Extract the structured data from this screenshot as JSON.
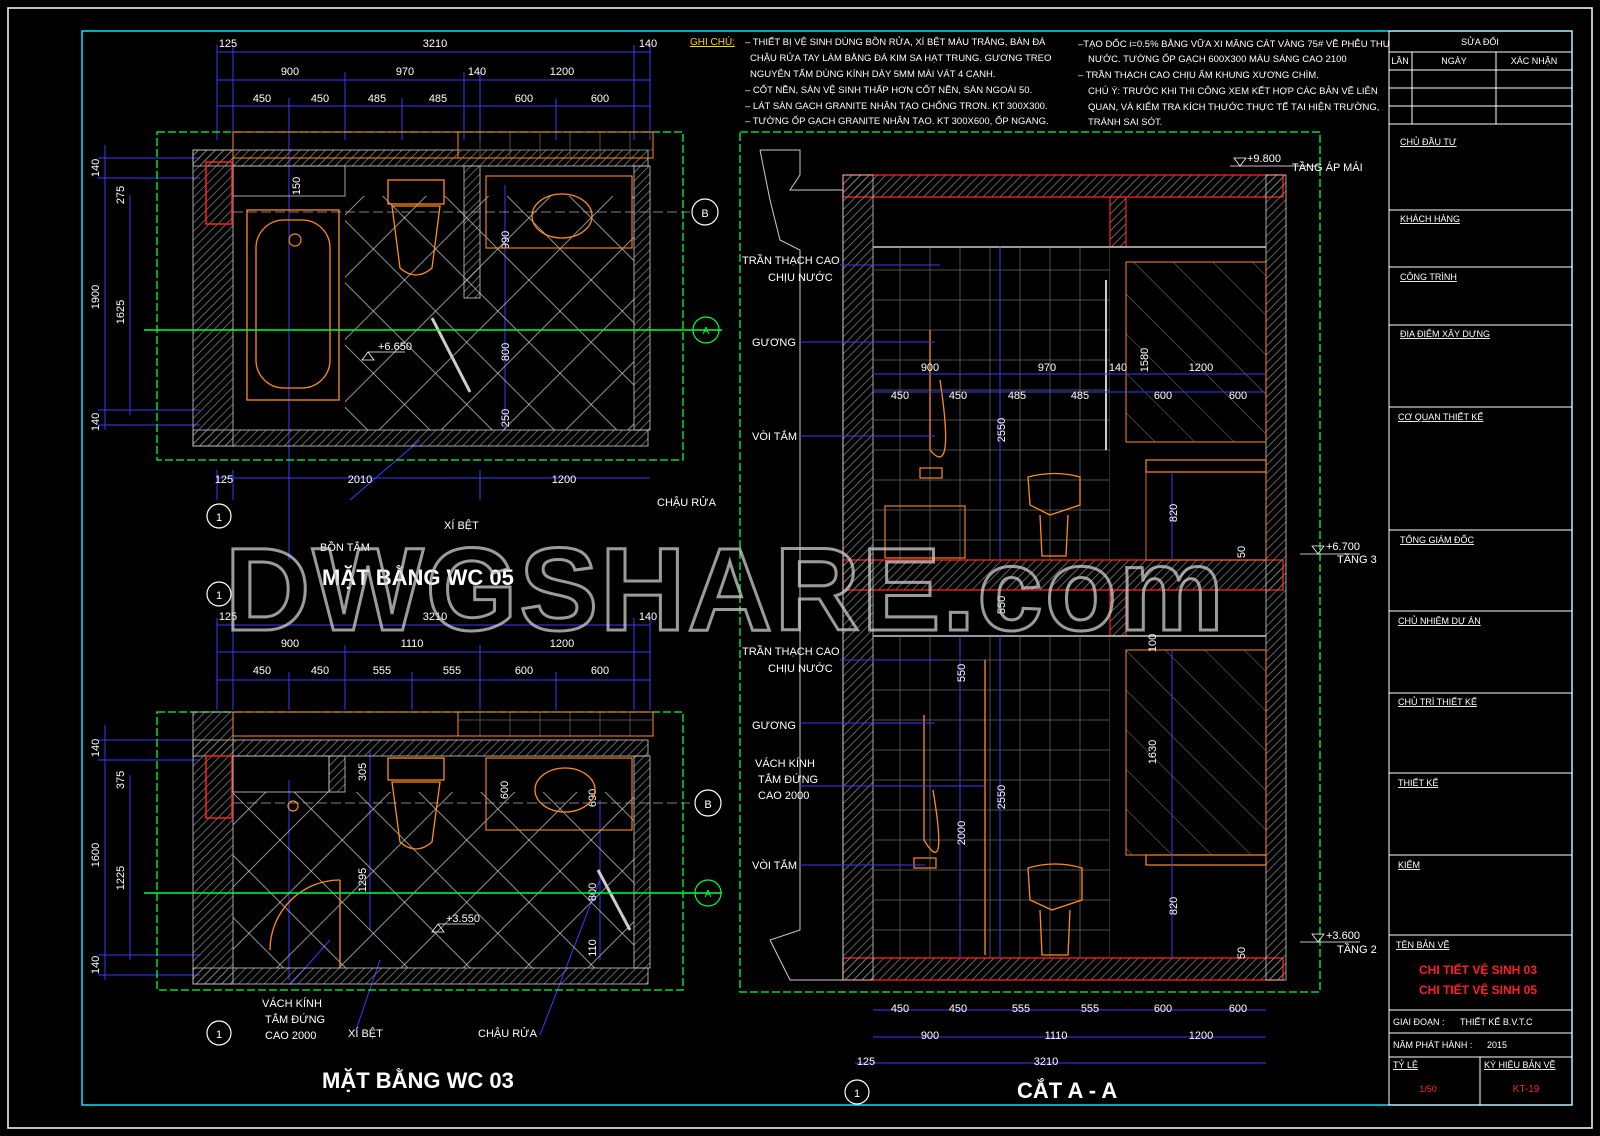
{
  "watermark": "DWGSHARE.com",
  "colors": {
    "frame": "#ffffff",
    "cyan": "#00e5ff",
    "green": "#00ff33",
    "red": "#ff2020",
    "orange": "#ff8c1a",
    "blue": "#3a3aff",
    "hatch": "#888888",
    "title_red": "#ff2020"
  },
  "plan05": {
    "title": "MẶT BẰNG WC 05",
    "dims_top": [
      "125",
      "3210",
      "140"
    ],
    "dims_mid": [
      "900",
      "970",
      "140",
      "1200"
    ],
    "dims_low": [
      "450",
      "450",
      "485",
      "485",
      "600",
      "600"
    ],
    "dims_left": [
      "140",
      "275",
      "1900",
      "1625",
      "140"
    ],
    "dims_inner": [
      "150",
      "990",
      "800",
      "250"
    ],
    "dims_bottom": [
      "125",
      "2010",
      "1200"
    ],
    "level": "+6.650",
    "axis_b": "B",
    "axis_a": "A",
    "axis_1": "1",
    "labels": {
      "basin": "CHẬU RỬA",
      "toilet": "XÍ BỆT",
      "tub": "BỒN TẮM"
    }
  },
  "plan03": {
    "title": "MẶT BẰNG WC 03",
    "dims_top": [
      "125",
      "3210",
      "140"
    ],
    "dims_mid": [
      "900",
      "1110",
      "1200"
    ],
    "dims_low": [
      "450",
      "450",
      "555",
      "555",
      "600",
      "600"
    ],
    "dims_left": [
      "140",
      "375",
      "1600",
      "1225",
      "140"
    ],
    "dims_inner": [
      "305",
      "600",
      "690",
      "1295",
      "800",
      "110"
    ],
    "level": "+3.550",
    "axis_b": "B",
    "axis_a": "A",
    "axis_1": "1",
    "labels": {
      "glass": "VÁCH KÍNH",
      "glass2": "TẮM ĐỨNG",
      "glass3": "CAO 2000",
      "toilet": "XÍ BỆT",
      "basin": "CHẬU RỬA"
    }
  },
  "notes": {
    "heading": "GHI CHÚ:",
    "left": [
      "– THIẾT BỊ VỆ SINH DÙNG BỒN RỬA, XÍ BỆT MÀU TRẮNG, BÀN ĐÁ",
      "CHẬU RỬA TAY LÀM BẰNG ĐÁ KIM SA HẠT TRUNG. GƯƠNG TREO",
      "NGUYÊN TẤM DÙNG KÍNH DÀY 5MM MÀI VÁT 4 CẠNH.",
      "– CỐT NỀN, SÀN VỆ SINH THẤP HƠN CỐT NỀN, SÀN NGOÀI 50.",
      "– LÁT SÀN GẠCH GRANITE NHÂN TẠO CHỐNG TRƠN. KT 300X300.",
      "– TƯỜNG ỐP GẠCH GRANITE NHÂN TẠO. KT 300X600, ỐP NGANG."
    ],
    "right": [
      "–TẠO DỐC i=0.5% BẰNG VỮA XI MĂNG CÁT VÀNG 75# VỀ PHỄU THU",
      "NƯỚC. TƯỜNG ỐP  GẠCH 600X300 MÀU SÁNG CAO 2100",
      "– TRẦN THẠCH CAO CHỊU ẨM KHUNG XƯƠNG CHÌM.",
      "CHÚ Ý: TRƯỚC KHI THI CÔNG XEM KẾT HỢP CÁC BẢN VẼ LIÊN",
      "QUAN, VÀ KIỂM TRA KÍCH THƯỚC THỰC TẾ TẠI HIỆN TRƯỜNG,",
      "TRÁNH SAI SÓT."
    ]
  },
  "section": {
    "title": "CẮT A - A",
    "levels": [
      "+9.800",
      "TẦNG ÁP MÁI",
      "+6.700",
      "TẦNG 3",
      "+3.600",
      "TẦNG 2"
    ],
    "upper_labels": [
      "TRẦN THẠCH CAO",
      "CHỊU NƯỚC",
      "GƯƠNG",
      "VÒI TẮM"
    ],
    "lower_labels": [
      "TRẦN THẠCH CAO",
      "CHỊU NƯỚC",
      "GƯƠNG",
      "VÁCH KÍNH",
      "TẮM ĐỨNG",
      "CAO 2000",
      "VÒI TẮM"
    ],
    "upper_dims_row1": [
      "900",
      "970",
      "140",
      "1200"
    ],
    "upper_dims_row2": [
      "450",
      "450",
      "485",
      "485",
      "600",
      "600"
    ],
    "upper_vert": [
      "2550",
      "1580",
      "820",
      "50"
    ],
    "mid_vert": [
      "550",
      "100"
    ],
    "lower_vert": [
      "550",
      "2000",
      "2550",
      "1630",
      "820",
      "50"
    ],
    "bottom_row1": [
      "450",
      "450",
      "555",
      "555",
      "600",
      "600"
    ],
    "bottom_row2": [
      "900",
      "1110",
      "1200"
    ],
    "bottom_row3": [
      "125",
      "3210"
    ],
    "axis_1": "1"
  },
  "titleblock": {
    "sua_doi": "SỬA ĐỔI",
    "lan": "LẦN",
    "ngay": "NGÀY",
    "xac_nhan": "XÁC NHẬN",
    "fields": [
      "CHỦ ĐẦU TƯ",
      "KHÁCH HÀNG",
      "CÔNG TRÌNH",
      "ĐỊA ĐIỂM XÂY DỰNG",
      "CƠ QUAN THIẾT KẾ",
      "TỔNG GIÁM ĐỐC",
      "CHỦ NHIỆM DỰ ÁN",
      "CHỦ TRÌ THIẾT KẾ",
      "THIẾT KẾ",
      "KIỂM"
    ],
    "ten_ban_ve": "TÊN BẢN VẼ",
    "drawing_name_1": "CHI TIẾT VỆ SINH 03",
    "drawing_name_2": "CHI TIẾT VỆ SINH 05",
    "giai_doan_label": "GIAI ĐOẠN :",
    "giai_doan": "THIẾT KẾ B.V.T.C",
    "nam_label": "NĂM PHÁT HÀNH :",
    "nam": "2015",
    "ty_le_label": "TỶ LỆ",
    "ty_le": "1/50",
    "ky_hieu_label": "KÝ HIỆU BẢN VẼ",
    "ky_hieu": "KT-19"
  }
}
